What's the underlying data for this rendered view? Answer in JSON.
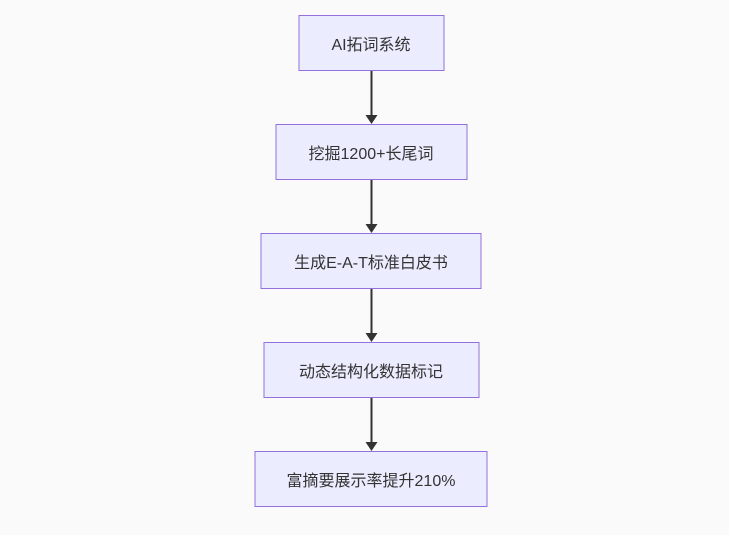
{
  "diagram": {
    "type": "flowchart-vertical",
    "colors": {
      "page_background": "#fafafa",
      "node_fill": "#ECECFF",
      "node_border": "#9370DB",
      "text_color": "#333333",
      "arrow_color": "#333333"
    },
    "nodes": [
      {
        "id": "step-1",
        "label": "AI拓词系统"
      },
      {
        "id": "step-2",
        "label": "挖掘1200+长尾词"
      },
      {
        "id": "step-3",
        "label": "生成E-A-T标准白皮书"
      },
      {
        "id": "step-4",
        "label": "动态结构化数据标记"
      },
      {
        "id": "step-5",
        "label": "富摘要展示率提升210%"
      }
    ],
    "edges": [
      {
        "from": "step-1",
        "to": "step-2"
      },
      {
        "from": "step-2",
        "to": "step-3"
      },
      {
        "from": "step-3",
        "to": "step-4"
      },
      {
        "from": "step-4",
        "to": "step-5"
      }
    ]
  }
}
